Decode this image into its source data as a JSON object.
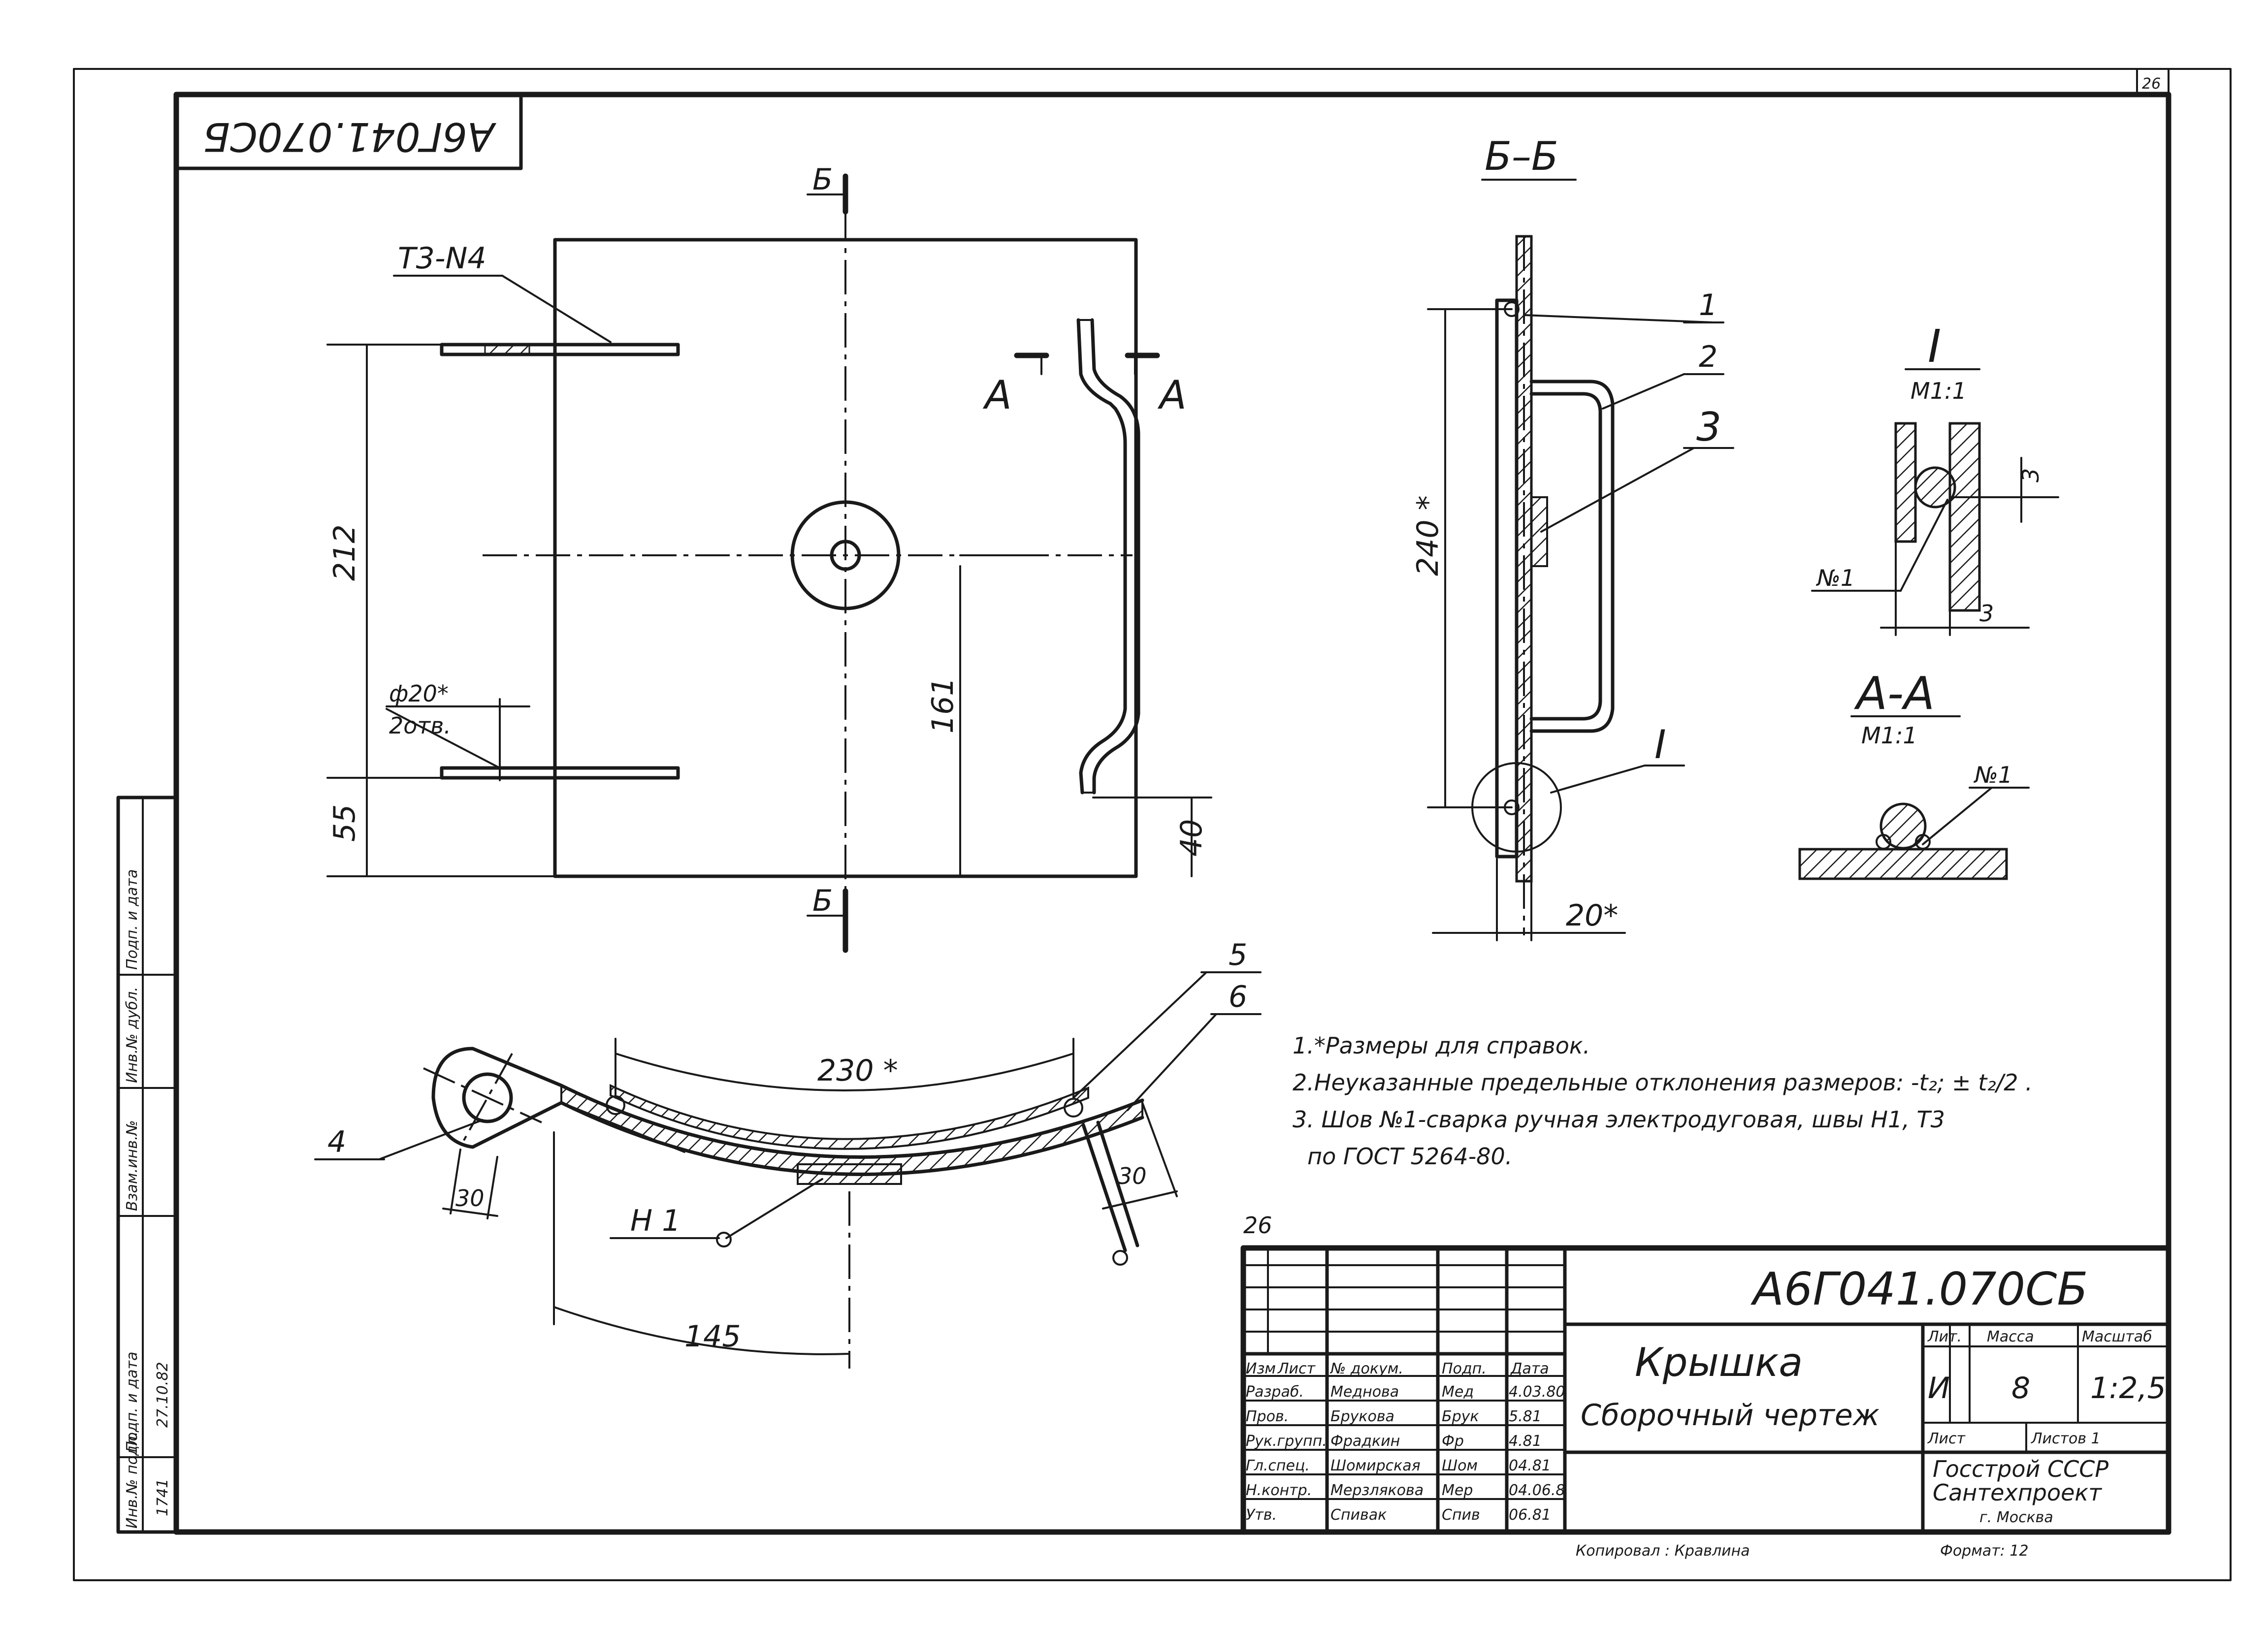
{
  "stamp_code_rotated": "А6Г041.070СБ",
  "corner_page_number": "26",
  "sheet_page_number": "26",
  "front_view": {
    "leader_t3_n4": "Т3-N4",
    "section_mark_top": "Б",
    "section_mark_bottom": "Б",
    "section_arrow_left": "А",
    "section_arrow_right": "А",
    "hole_callout_dim": "ф20*",
    "hole_callout_count": "2отв.",
    "dim_212": "212",
    "dim_55": "55",
    "dim_161": "161",
    "dim_40": "40"
  },
  "section_bb": {
    "title": "Б–Б",
    "pos_1": "1",
    "pos_2": "2",
    "pos_3": "3",
    "dim_240": "240 *",
    "dim_20": "20*",
    "detail_ref": "I"
  },
  "detail_i": {
    "title": "I",
    "scale": "М1:1",
    "weld_label": "№1",
    "dim_3a": "3",
    "dim_3b": "3"
  },
  "section_aa": {
    "title": "А-А",
    "scale": "М1:1",
    "weld_label": "№1"
  },
  "plan_view": {
    "pos_4": "4",
    "pos_5": "5",
    "pos_6": "6",
    "arc_230": "230 *",
    "arc_145": "145",
    "dim_30_left": "30",
    "dim_30_right": "30",
    "weld_h1": "Н 1"
  },
  "notes": [
    "1.*Размеры для справок.",
    "2.Неуказанные предельные отклонения размеров: -t₂; ± t₂/2 .",
    "3. Шов №1-сварка ручная электродуговая, швы  Н1, Т3",
    "по ГОСТ 5264-80."
  ],
  "title_block": {
    "document_code": "А6Г041.070СБ",
    "name_line1": "Крышка",
    "name_line2": "Сборочный чертеж",
    "col_headers": [
      "Изм",
      "Лист",
      "№ докум.",
      "Подп.",
      "Дата"
    ],
    "rows": [
      {
        "role": "Разраб.",
        "name": "Меднова",
        "sign": "Мед",
        "date": "4.03.80"
      },
      {
        "role": "Пров.",
        "name": "Брукова",
        "sign": "Брук",
        "date": "5.81"
      },
      {
        "role": "Рук.групп.",
        "name": "Фрадкин",
        "sign": "Фр",
        "date": "4.81"
      },
      {
        "role": "Гл.спец.",
        "name": "Шомирская",
        "sign": "Шом",
        "date": "04.81"
      },
      {
        "role": "Н.контр.",
        "name": "Мерзлякова",
        "sign": "Мер",
        "date": "04.06.8"
      },
      {
        "role": "Утв.",
        "name": "Спивак",
        "sign": "Спив",
        "date": "06.81"
      }
    ],
    "lit_header": "Лит.",
    "mass_header": "Масса",
    "scale_header": "Масштаб",
    "lit_value": "И",
    "mass_value": "8",
    "scale_value": "1:2,5",
    "sheet_label": "Лист",
    "sheets_label": "Листов 1",
    "org_line1": "Госстрой СССР",
    "org_line2": "Сантехпроект",
    "org_line3": "г. Москва",
    "copied_by": "Копировал : Кравлина",
    "format": "Формат: 12"
  },
  "side_stamp": {
    "labels": [
      "Инв.№ подл.",
      "Подп. и дата",
      "Взам.инв.№",
      "Инв.№ дубл.",
      "Подп. и дата"
    ],
    "inv_number": "1741",
    "sign_date": "27.10.82"
  }
}
